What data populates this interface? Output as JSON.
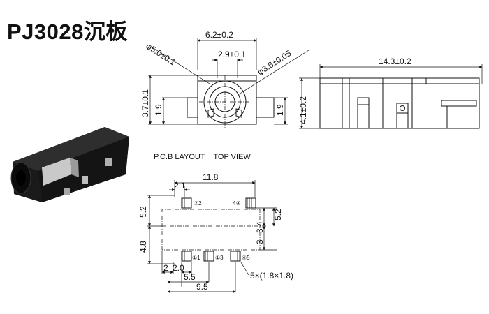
{
  "title": "PJ3028沉板",
  "top_view": {
    "width_dim": "6.2±0.2",
    "pin_spacing_dim": "2.9±0.1",
    "outer_dia_dim": "φ5.0±0.1",
    "inner_dia_dim": "φ3.6±0.05",
    "height_dim": "3.7±0.1",
    "left_leg_dim": "1.9",
    "right_leg_dim": "1.9"
  },
  "side_view": {
    "length_dim": "14.3±0.2",
    "height_dim": "4.1±0.2"
  },
  "pcb_layout": {
    "label": "P.C.B LAYOUT    TOP VIEW",
    "width_11_8": "11.8",
    "dim_2_1": "2.1",
    "dim_5_2_left": "5.2",
    "dim_4_8": "4.8",
    "dim_3_4": "3.4",
    "dim_5_2_right": "5.2",
    "dim_3": "3",
    "dim_2": "2",
    "dim_2_0": "2.0",
    "dim_5_5": "5.5",
    "dim_9_5": "9.5",
    "pad_note": "5×(1.8×1.8)",
    "pins": {
      "p2": "②2",
      "p4": "4④",
      "p1": "①1",
      "p3": "①3",
      "p5": "④5"
    }
  },
  "colors": {
    "ink": "#111111",
    "jack_body": "#1c1c1c",
    "metal": "#b8b8b8",
    "pad_fill": "#e6e6e6"
  }
}
